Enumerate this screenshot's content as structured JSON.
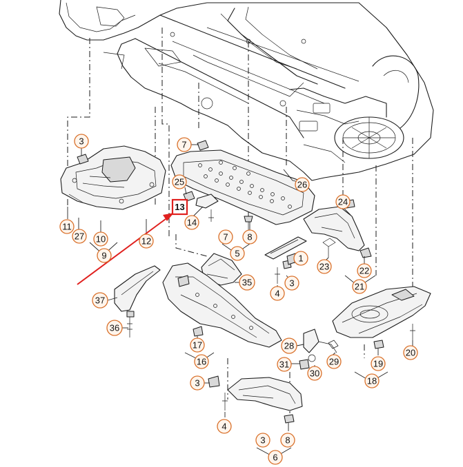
{
  "diagram": {
    "highlight": {
      "label": "13",
      "color": "#e0201e"
    },
    "callouts": [
      "3",
      "7",
      "25",
      "26",
      "24",
      "11",
      "27",
      "10",
      "12",
      "9",
      "14",
      "8",
      "5",
      "1",
      "23",
      "22",
      "21",
      "4",
      "37",
      "35",
      "36",
      "17",
      "16",
      "28",
      "31",
      "30",
      "29",
      "19",
      "20",
      "18",
      "6"
    ],
    "colors": {
      "callout_stroke": "#d9702a",
      "callout_fill": "#fff5ec",
      "line": "#1a1a1a",
      "arrow": "#e0201e"
    }
  }
}
